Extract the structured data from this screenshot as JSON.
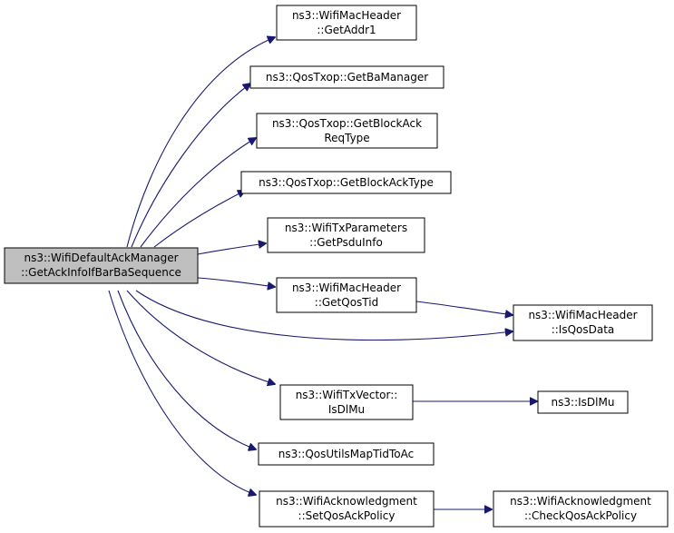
{
  "colors": {
    "edge": "#191970",
    "root_fill": "#bfbfbf",
    "node_fill": "#ffffff",
    "border": "#000000"
  },
  "nodes": {
    "root": {
      "line1": "ns3::WifiDefaultAckManager",
      "line2": "::GetAckInfoIfBarBaSequence"
    },
    "getaddr1": {
      "line1": "ns3::WifiMacHeader",
      "line2": "::GetAddr1"
    },
    "getbaman": {
      "line1": "ns3::QosTxop::GetBaManager"
    },
    "getbarqt": {
      "line1": "ns3::QosTxop::GetBlockAck",
      "line2": "ReqType"
    },
    "getbat": {
      "line1": "ns3::QosTxop::GetBlockAckType"
    },
    "getpsdu": {
      "line1": "ns3::WifiTxParameters",
      "line2": "::GetPsduInfo"
    },
    "getqostid": {
      "line1": "ns3::WifiMacHeader",
      "line2": "::GetQosTid"
    },
    "isqosdata": {
      "line1": "ns3::WifiMacHeader",
      "line2": "::IsQosData"
    },
    "txdlmu": {
      "line1": "ns3::WifiTxVector::",
      "line2": "IsDlMu"
    },
    "isdlmu": {
      "line1": "ns3::IsDlMu"
    },
    "mapac": {
      "line1": "ns3::QosUtilsMapTidToAc"
    },
    "setpolicy": {
      "line1": "ns3::WifiAcknowledgment",
      "line2": "::SetQosAckPolicy"
    },
    "chkpolicy": {
      "line1": "ns3::WifiAcknowledgment",
      "line2": "::CheckQosAckPolicy"
    }
  }
}
